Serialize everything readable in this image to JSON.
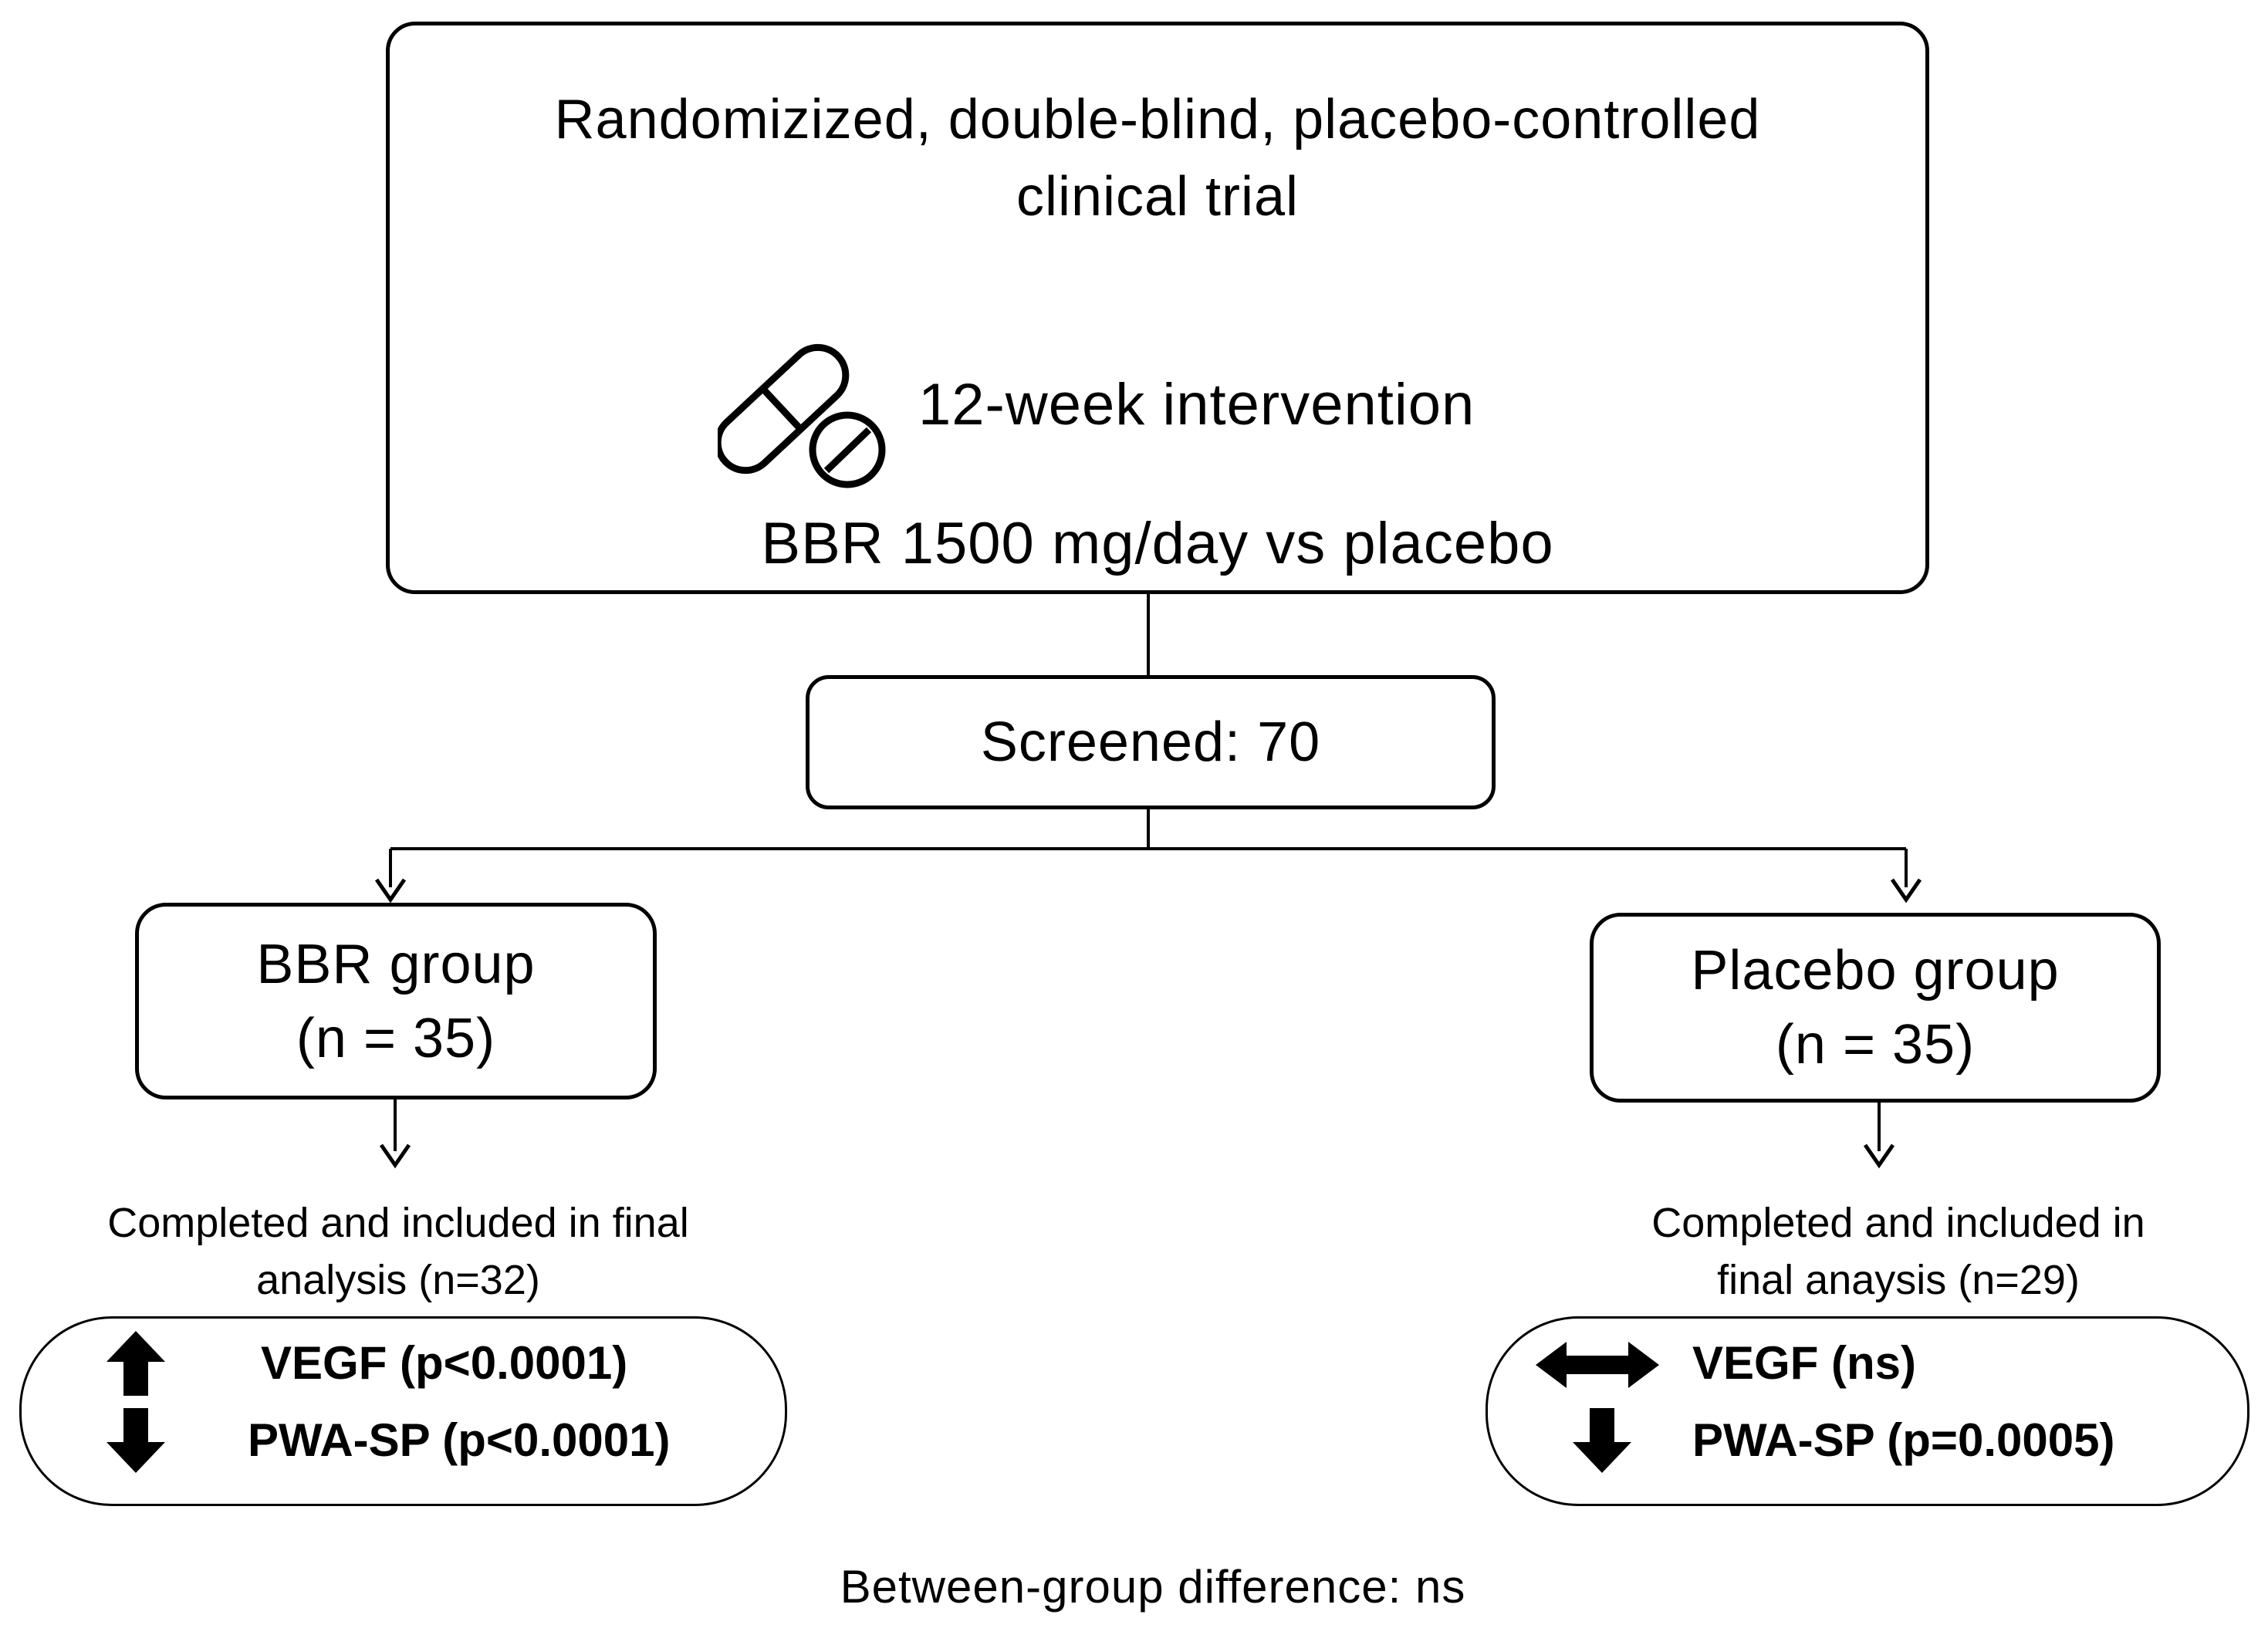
{
  "diagram": {
    "colors": {
      "ink": "#000000",
      "background": "#ffffff"
    },
    "top_box": {
      "title_line1": "Randomizized, double-blind, placebo-controlled",
      "title_line2": "clinical trial",
      "intervention": "12-week intervention",
      "dosage": "BBR 1500 mg/day vs placebo",
      "icon": "pills-icon"
    },
    "screened_box": {
      "label": "Screened: 70"
    },
    "bbr_box": {
      "line1": "BBR group",
      "line2": "(n = 35)"
    },
    "placebo_box": {
      "line1": "Placebo group",
      "line2": "(n = 35)"
    },
    "bbr_completed": {
      "line1": "Completed and included in final",
      "line2": "analysis (n=32)"
    },
    "placebo_completed": {
      "line1": "Completed and included in",
      "line2": "final anaysis (n=29)"
    },
    "bbr_outcomes": {
      "rows": [
        {
          "direction": "up",
          "label": "VEGF (p<0.0001)"
        },
        {
          "direction": "down",
          "label": "PWA-SP (p<0.0001)"
        }
      ]
    },
    "placebo_outcomes": {
      "rows": [
        {
          "direction": "left-right",
          "label": "VEGF (ns)"
        },
        {
          "direction": "down",
          "label": "PWA-SP (p=0.0005)"
        }
      ]
    },
    "footer": "Between-group difference: ns"
  }
}
